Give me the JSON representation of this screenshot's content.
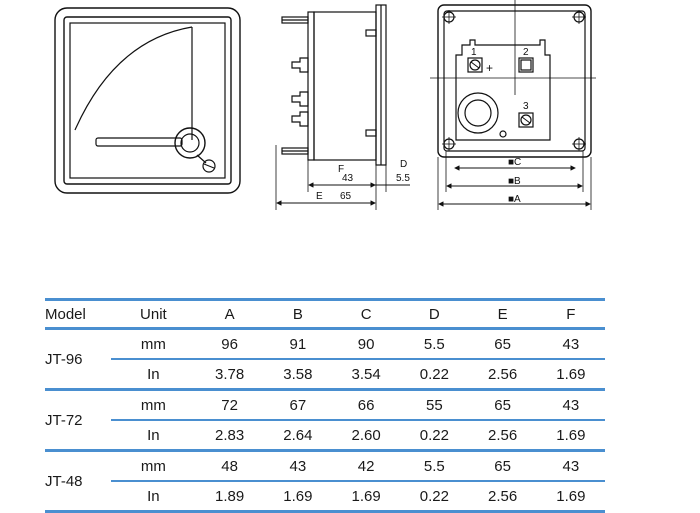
{
  "drawing": {
    "labels": {
      "F": "F",
      "F_value": "43",
      "E": "E",
      "E_value": "65",
      "D": "D",
      "D_value": "5.5",
      "C": "■C",
      "B": "■B",
      "A": "■A",
      "terminal_1": "1",
      "terminal_2": "2",
      "terminal_3": "3",
      "plus": "+"
    }
  },
  "table": {
    "headers": [
      "Model",
      "Unit",
      "A",
      "B",
      "C",
      "D",
      "E",
      "F"
    ],
    "models": [
      {
        "name": "JT-96",
        "rows": [
          {
            "unit": "mm",
            "values": [
              "96",
              "91",
              "90",
              "5.5",
              "65",
              "43"
            ]
          },
          {
            "unit": "In",
            "values": [
              "3.78",
              "3.58",
              "3.54",
              "0.22",
              "2.56",
              "1.69"
            ]
          }
        ]
      },
      {
        "name": "JT-72",
        "rows": [
          {
            "unit": "mm",
            "values": [
              "72",
              "67",
              "66",
              "55",
              "65",
              "43"
            ]
          },
          {
            "unit": "In",
            "values": [
              "2.83",
              "2.64",
              "2.60",
              "0.22",
              "2.56",
              "1.69"
            ]
          }
        ]
      },
      {
        "name": "JT-48",
        "rows": [
          {
            "unit": "mm",
            "values": [
              "48",
              "43",
              "42",
              "5.5",
              "65",
              "43"
            ]
          },
          {
            "unit": "In",
            "values": [
              "1.89",
              "1.69",
              "1.69",
              "0.22",
              "2.56",
              "1.69"
            ]
          }
        ]
      }
    ]
  }
}
